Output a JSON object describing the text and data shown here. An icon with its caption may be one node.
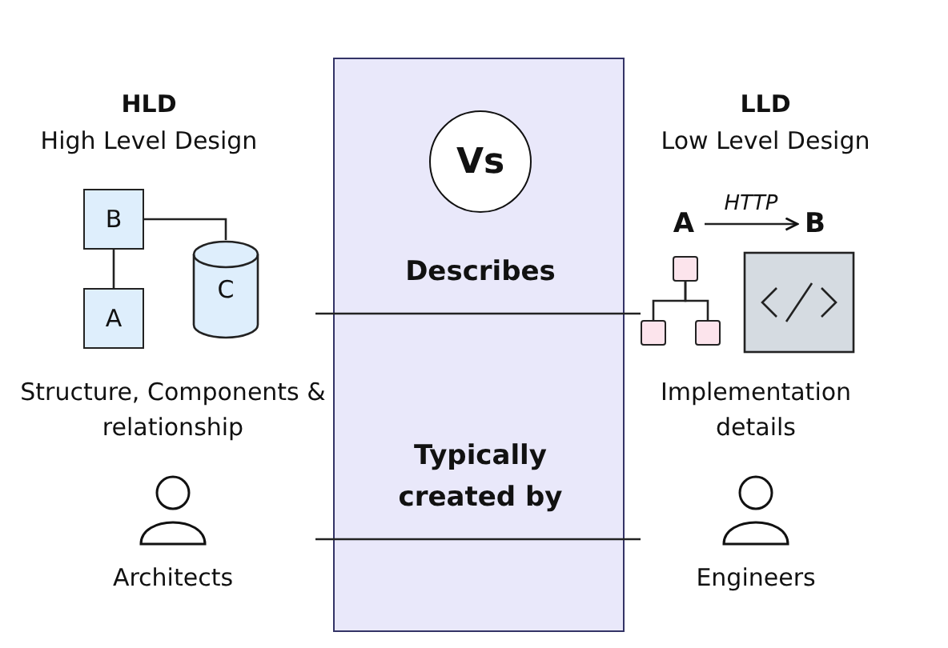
{
  "diagram": {
    "nodes": [
      {
        "text": [
          "B"
        ]
      },
      {
        "text": [
          "A"
        ]
      },
      {
        "text": [
          "C"
        ]
      },
      {
        "text": [
          "Describes",
          "Typically created by"
        ]
      },
      {
        "text": [
          "Vs"
        ],
        "in": 3
      },
      {
        "text": [
          "A"
        ]
      },
      {
        "text": [
          "B"
        ]
      },
      {
        "text": [],
        "shape": "box"
      },
      {
        "text": [],
        "shape": "box"
      },
      {
        "text": [],
        "shape": "box"
      }
    ],
    "edges": [
      {
        "from": 0,
        "to": 1,
        "arrow": "none"
      },
      {
        "from": 0,
        "to": 2,
        "arrow": "none"
      },
      {
        "from": 5,
        "to": 6,
        "label": "HTTP",
        "arrow": "to"
      },
      {
        "from": 7,
        "to": 8,
        "arrow": "none"
      },
      {
        "from": 7,
        "to": 9,
        "arrow": "none"
      }
    ],
    "labels": [
      "HLD",
      "High Level Design",
      "LLD",
      "Low Level Design",
      "Structure, Components & relationship",
      "Implementation details",
      "Architects",
      "Engineers"
    ]
  }
}
